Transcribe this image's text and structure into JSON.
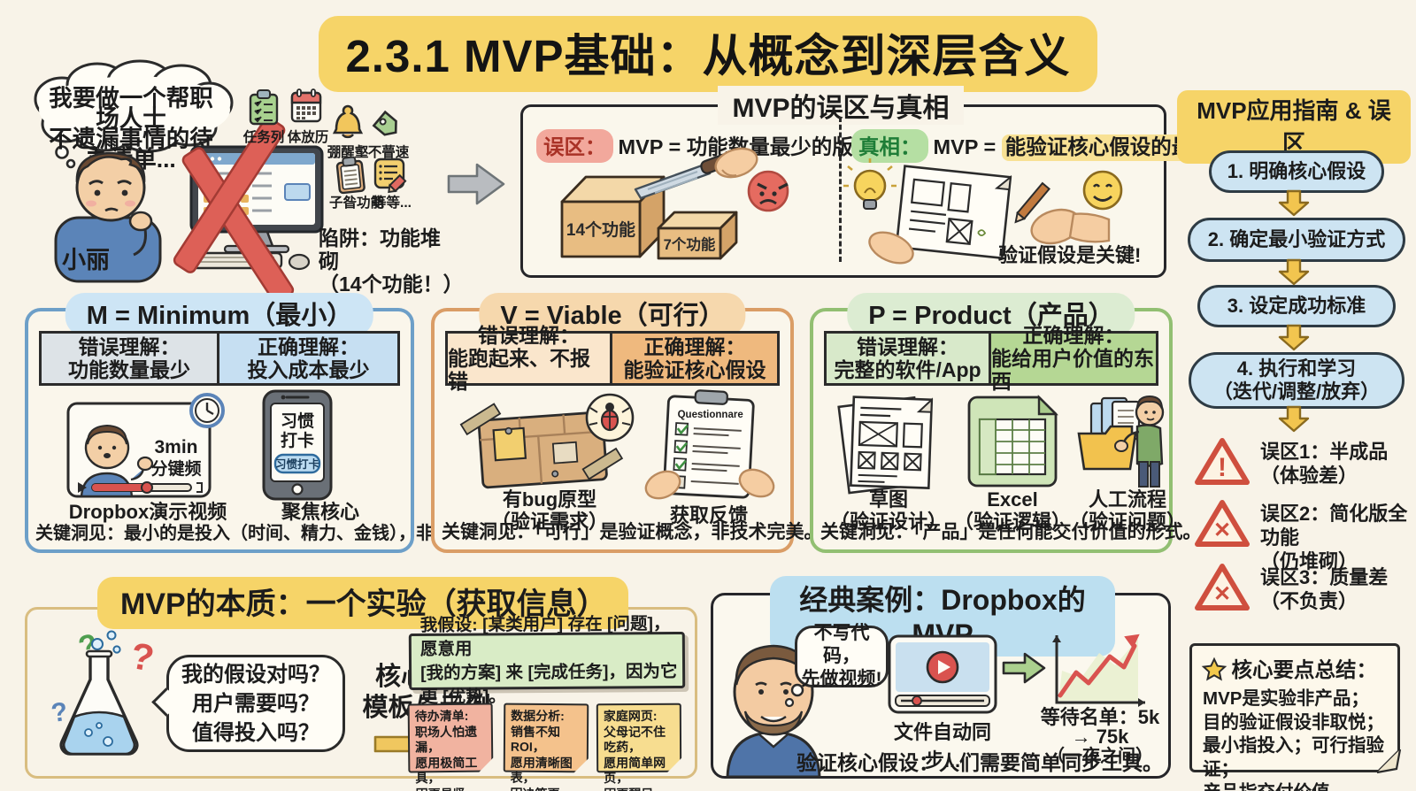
{
  "page": {
    "title": "2.3.1 MVP基础：从概念到深层含义"
  },
  "colors": {
    "background": "#f8f3e8",
    "highlight_yellow": "#f6d468",
    "highlight_blue": "#bcdff0",
    "myth_pink": "#f2a89c",
    "truth_green": "#b5dfa3",
    "truth_yellow": "#f8e194",
    "panel_m_border": "#6d9fc8",
    "panel_v_border": "#da9d66",
    "panel_p_border": "#92bf72",
    "step_oval": "#cde4f2",
    "arrow_yellow": "#f2c54f",
    "warning_red": "#cf4f3e",
    "red_x": "#dd6057"
  },
  "intro": {
    "thought_line1": "我要做一个帮职场人士",
    "thought_line2": "不遗漏事情的待办清单...",
    "person_name": "小丽",
    "icons": [
      {
        "label": "任务列"
      },
      {
        "label": "体放历"
      },
      {
        "label": "弸醒壑"
      },
      {
        "label": "不瞢速"
      },
      {
        "label": "子昝功能"
      },
      {
        "label": "等等..."
      }
    ],
    "trap_line1": "陷阱：功能堆砌",
    "trap_line2": "（14个功能！）"
  },
  "mythtruth": {
    "title": "MVP的误区与真相",
    "myth_tag": "误区：",
    "myth_text": "MVP = 功能数量最少的版本",
    "box_big_label": "14个功能",
    "box_small_label": "7个功能",
    "truth_tag": "真相：",
    "truth_prefix": "MVP = ",
    "truth_highlight": "能验证核心假设的最小投入",
    "truth_caption": "验证假设是关键!"
  },
  "guide": {
    "title": "MVP应用指南 & 误区",
    "steps": [
      {
        "label": "1. 明确核心假设"
      },
      {
        "label": "2. 确定最小验证方式"
      },
      {
        "label": "3. 设定成功标准"
      },
      {
        "label": "4. 执行和学习",
        "label2": "（迭代/调整/放弃）"
      }
    ],
    "pitfalls": [
      {
        "mark": "!",
        "line1": "误区1：半成品",
        "line2": "（体验差）"
      },
      {
        "mark": "✕",
        "line1": "误区2：简化版全功能",
        "line2": "（仍堆砌）"
      },
      {
        "mark": "✕",
        "line1": "误区3：质量差",
        "line2": "（不负责）"
      }
    ],
    "summary": {
      "title": "核心要点总结：",
      "lines": [
        "MVP是实验非产品；",
        "目的验证假设非取悦；",
        "最小指投入；可行指验证；",
        "产品指交付价值。"
      ]
    }
  },
  "panels": {
    "m": {
      "title": "M = Minimum（最小）",
      "wrong_title": "错误理解：",
      "wrong_text": "功能数量最少",
      "right_title": "正确理解：",
      "right_text": "投入成本最少",
      "video_text1": "3min",
      "video_text2": "分键频",
      "caption_left": "Dropbox演示视频",
      "phone_line1": "习惯",
      "phone_line2": "打卡",
      "phone_button": "习惯打卡",
      "caption_right": "聚焦核心",
      "insight": "关键洞见：最小的是投入（时间、精力、金钱），非功能。"
    },
    "v": {
      "title": "V = Viable（可行）",
      "wrong_title": "错误理解：",
      "wrong_text": "能跑起来、不报错",
      "right_title": "正确理解：",
      "right_text": "能验证核心假设",
      "caption_left1": "有bug原型",
      "caption_left2": "（验证需求）",
      "clipboard_title": "Questionnare",
      "caption_right": "获取反馈",
      "insight": "关键洞见：「可行」是验证概念，非技术完美。"
    },
    "p": {
      "title": "P = Product（产品）",
      "wrong_title": "错误理解：",
      "wrong_text": "完整的软件/App",
      "right_title": "正确理解：",
      "right_text": "能给用户价值的东西",
      "caption1a": "草图",
      "caption1b": "（验证设计）",
      "caption2a": "Excel",
      "caption2b": "（验证逻辑）",
      "caption3a": "人工流程",
      "caption3b": "（验证问题）",
      "insight": "关键洞见：「产品」是任何能交付价值的形式。"
    }
  },
  "essence": {
    "title": "MVP的本质：一个实验（获取信息）",
    "bubble_line1": "我的假设对吗？",
    "bubble_line2": "用户需要吗？",
    "bubble_line3": "值得投入吗？",
    "center_line1": "核心假设",
    "center_line2": "模板与示例",
    "hypothesis_line1": "我假设: [某类用户] 存在 [问题]，愿意用",
    "hypothesis_line2": "[我的方案] 来 [完成任务]，因为它更 [优势]。",
    "notes": [
      {
        "title": "待办清单:",
        "line1": "职场人怕遗漏，",
        "line2": "愿用极简工具，",
        "line3": "因更易坚持。"
      },
      {
        "title": "数据分析:",
        "line1": "销售不知ROI，",
        "line2": "愿用清晰图表，",
        "line3": "因决策更快。"
      },
      {
        "title": "家庭网页:",
        "line1": "父母记不住吃药，",
        "line2": "愿用简单网页，",
        "line3": "因更醒目。"
      }
    ]
  },
  "casestudy": {
    "title": "经典案例：Dropbox的MVP",
    "thought_line1": "不写代码，",
    "thought_line2": "先做视频!",
    "video_caption": "文件自动同步...",
    "chart_caption1": "等待名单：5k → 75k",
    "chart_caption2": "（一夜之间）",
    "bottom": "验证核心假设：人们需要简单同步工具。"
  }
}
